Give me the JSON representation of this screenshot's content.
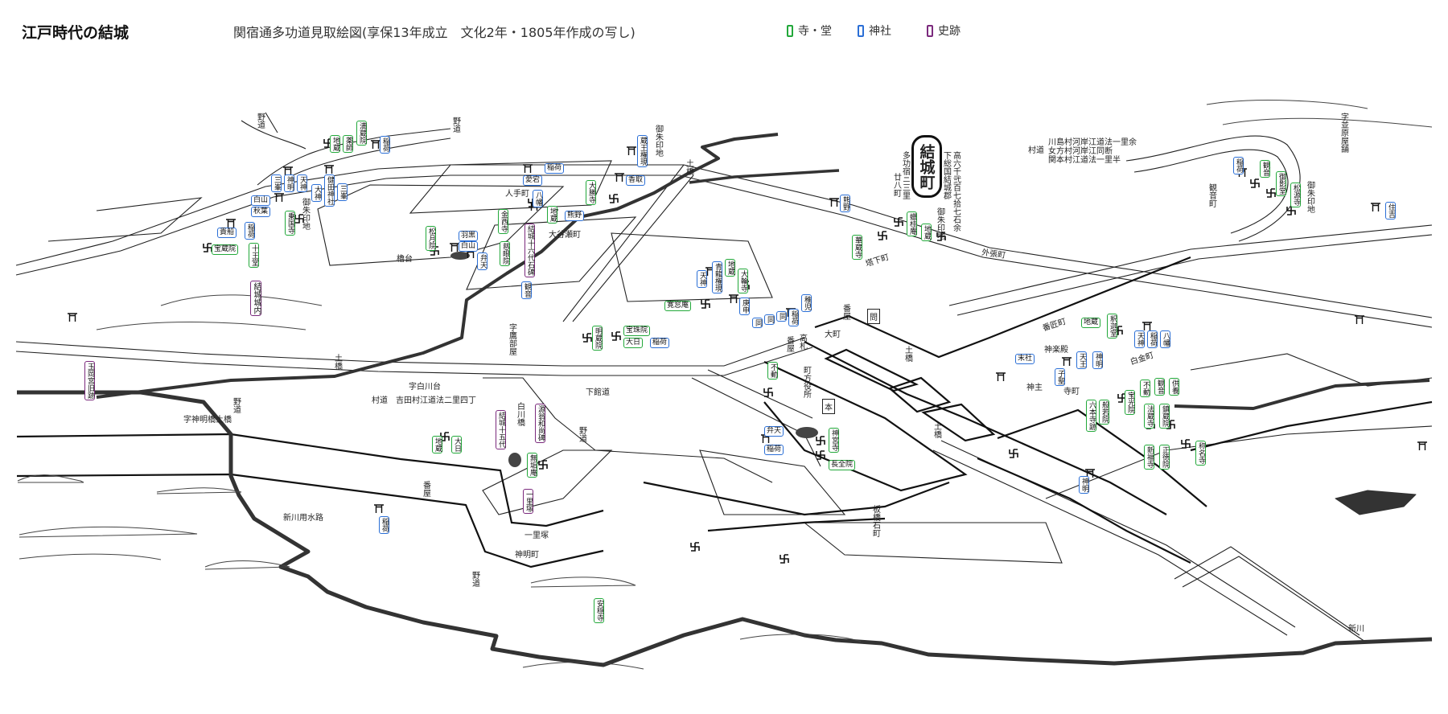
{
  "header": {
    "title": "江戸時代の結城",
    "subtitle": "関宿通多功道見取絵図(享保13年成立　文化2年・1805年作成の写し)",
    "legend": [
      {
        "label": "寺・堂",
        "color": "#22a83a"
      },
      {
        "label": "神社",
        "color": "#2b6fd6"
      },
      {
        "label": "史跡",
        "color": "#7b2a7d"
      }
    ]
  },
  "colors": {
    "temple": "#22a83a",
    "shrine": "#2b6fd6",
    "historic": "#7b2a7d",
    "river": "#333333"
  },
  "map": {
    "town_name": "結城町",
    "labels": {
      "tako": "多功宿ニ三里",
      "niju_hatcho": "廿八町",
      "shimousa": "下総国結城郡",
      "koku": "高六千弐百七拾七石余",
      "murado_ne": "村道",
      "kawashima": "川島村河岸江道法一里余",
      "onnakata": "女方村河岸江同断",
      "sekimoto": "関本村江道法一里半",
      "sotohari": "外張町",
      "tonoshita": "塔下町",
      "kannon_machi": "観音町",
      "namihara": "字並原屋舗",
      "hitote": "人手町",
      "oyase": "大谷瀬町",
      "yagura": "櫓台",
      "takabeya": "字鷹部屋",
      "omachi": "大町",
      "kosatsu": "高札",
      "banya1": "番屋",
      "banya2": "番屋",
      "banya3": "番屋",
      "machikata": "町方役所",
      "bansho": "番匠町",
      "shirogane": "白金町",
      "teramachi": "寺町",
      "kagura": "神楽殿",
      "kannushi": "神主",
      "itabashi": "板橋石町",
      "shimodate": "下館道",
      "shirakawadai": "字白川台",
      "yoshida": "村道　吉田村江道法二里四丁",
      "shirakawabashi": "白川橋",
      "shinmeibashi": "字神明橋土橋",
      "shinkawa_yousui": "新川用水路",
      "ichirizuka": "一里塚",
      "shinmei_machi": "神明町",
      "shinkawa": "新川",
      "nomichi1": "野道",
      "nomichi2": "野道",
      "nomichi3": "野道",
      "nomichi4": "野道",
      "nomichi5": "野道",
      "dobashi1": "土橋",
      "dobashi2": "土橋",
      "dobashi3": "土橋",
      "dobashi4": "土橋",
      "gosyuin1": "御朱印地",
      "gosyuin2": "御朱印地",
      "gosyuin3": "御朱印地",
      "gosyuin4": "御朱印地",
      "hon": "本",
      "ton": "問"
    },
    "markers": [
      {
        "label": "満蔵院",
        "type": "temple"
      },
      {
        "label": "地蔵",
        "type": "temple"
      },
      {
        "label": "薬師",
        "type": "temple"
      },
      {
        "label": "稲荷",
        "type": "shrine"
      },
      {
        "label": "三峯",
        "type": "shrine"
      },
      {
        "label": "神明",
        "type": "shrine"
      },
      {
        "label": "天神",
        "type": "shrine"
      },
      {
        "label": "健田神社",
        "type": "shrine"
      },
      {
        "label": "大神",
        "type": "shrine"
      },
      {
        "label": "三峯",
        "type": "shrine"
      },
      {
        "label": "白山",
        "type": "shrine"
      },
      {
        "label": "秋葉",
        "type": "shrine"
      },
      {
        "label": "乗国寺",
        "type": "temple"
      },
      {
        "label": "稲荷",
        "type": "shrine"
      },
      {
        "label": "貴船",
        "type": "shrine"
      },
      {
        "label": "宝蔵院",
        "type": "temple"
      },
      {
        "label": "十王堂",
        "type": "temple"
      },
      {
        "label": "結城城内",
        "type": "historic"
      },
      {
        "label": "松月院",
        "type": "temple"
      },
      {
        "label": "羽黒",
        "type": "shrine"
      },
      {
        "label": "白山",
        "type": "shrine"
      },
      {
        "label": "弁天",
        "type": "shrine"
      },
      {
        "label": "金西寺",
        "type": "temple"
      },
      {
        "label": "慈眼院",
        "type": "temple"
      },
      {
        "label": "結城十六代石碑",
        "type": "historic"
      },
      {
        "label": "観音",
        "type": "shrine"
      },
      {
        "label": "八幡",
        "type": "shrine"
      },
      {
        "label": "地蔵",
        "type": "temple"
      },
      {
        "label": "熊野",
        "type": "shrine"
      },
      {
        "label": "稲荷",
        "type": "shrine"
      },
      {
        "label": "愛宕",
        "type": "shrine"
      },
      {
        "label": "蔵王権現",
        "type": "shrine"
      },
      {
        "label": "香取",
        "type": "shrine"
      },
      {
        "label": "大勝寺",
        "type": "temple"
      },
      {
        "label": "熊野",
        "type": "shrine"
      },
      {
        "label": "華蔵寺",
        "type": "temple"
      },
      {
        "label": "天神",
        "type": "shrine"
      },
      {
        "label": "青龍権現",
        "type": "shrine"
      },
      {
        "label": "地蔵",
        "type": "temple"
      },
      {
        "label": "大輪寺",
        "type": "temple"
      },
      {
        "label": "寛窓庵",
        "type": "temple"
      },
      {
        "label": "庚申",
        "type": "shrine"
      },
      {
        "label": "稚児",
        "type": "shrine"
      },
      {
        "label": "同",
        "type": "shrine"
      },
      {
        "label": "同",
        "type": "shrine"
      },
      {
        "label": "同",
        "type": "shrine"
      },
      {
        "label": "稲荷",
        "type": "shrine"
      },
      {
        "label": "明蔵院",
        "type": "temple"
      },
      {
        "label": "宝珠院",
        "type": "temple"
      },
      {
        "label": "大日",
        "type": "temple"
      },
      {
        "label": "稲荷",
        "type": "shrine"
      },
      {
        "label": "蠟桂庵",
        "type": "temple"
      },
      {
        "label": "地蔵",
        "type": "temple"
      },
      {
        "label": "稲荷",
        "type": "shrine"
      },
      {
        "label": "観音",
        "type": "temple"
      },
      {
        "label": "御影堂",
        "type": "temple"
      },
      {
        "label": "松源寺",
        "type": "temple"
      },
      {
        "label": "住吉",
        "type": "shrine"
      },
      {
        "label": "不動",
        "type": "temple"
      },
      {
        "label": "弁天",
        "type": "shrine"
      },
      {
        "label": "稲荷",
        "type": "shrine"
      },
      {
        "label": "神宮寺",
        "type": "temple"
      },
      {
        "label": "長全院",
        "type": "temple"
      },
      {
        "label": "末社",
        "type": "shrine"
      },
      {
        "label": "天王",
        "type": "shrine"
      },
      {
        "label": "神明",
        "type": "shrine"
      },
      {
        "label": "子聖",
        "type": "shrine"
      },
      {
        "label": "地蔵",
        "type": "temple"
      },
      {
        "label": "釈迦堂",
        "type": "temple"
      },
      {
        "label": "天神",
        "type": "shrine"
      },
      {
        "label": "稲荷",
        "type": "shrine"
      },
      {
        "label": "八幡",
        "type": "shrine"
      },
      {
        "label": "六本寺跡",
        "type": "temple"
      },
      {
        "label": "般若院",
        "type": "temple"
      },
      {
        "label": "宝光院",
        "type": "temple"
      },
      {
        "label": "不動",
        "type": "temple"
      },
      {
        "label": "観音",
        "type": "temple"
      },
      {
        "label": "供養",
        "type": "temple"
      },
      {
        "label": "法蔵寺",
        "type": "temple"
      },
      {
        "label": "鎮蔵院",
        "type": "temple"
      },
      {
        "label": "新福寺",
        "type": "temple"
      },
      {
        "label": "正徳院",
        "type": "temple"
      },
      {
        "label": "称名寺",
        "type": "temple"
      },
      {
        "label": "神明",
        "type": "shrine"
      },
      {
        "label": "玉岡宮旧跡",
        "type": "historic"
      },
      {
        "label": "結城十五代",
        "type": "historic"
      },
      {
        "label": "源翁和尚碑",
        "type": "historic"
      },
      {
        "label": "地蔵",
        "type": "temple"
      },
      {
        "label": "大日",
        "type": "temple"
      },
      {
        "label": "無垢庵",
        "type": "temple"
      },
      {
        "label": "一里塚",
        "type": "historic"
      },
      {
        "label": "稲荷",
        "type": "shrine"
      },
      {
        "label": "安穏寺",
        "type": "temple"
      }
    ]
  }
}
